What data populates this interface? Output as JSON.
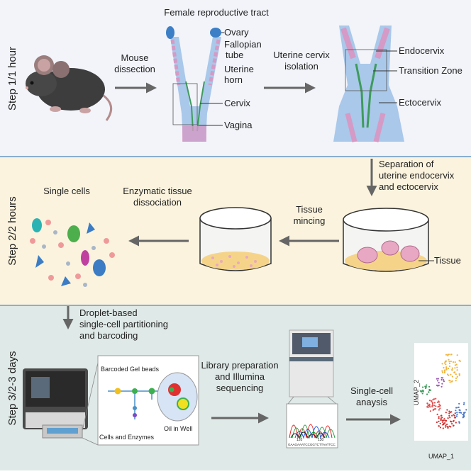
{
  "steps": {
    "step1": "Step 1/1 hour",
    "step2": "Step 2/2 hours",
    "step3": "Step 3/2-3 days"
  },
  "step1": {
    "tract_title": "Female reproductive tract",
    "arrow1": [
      "Mouse",
      "dissection"
    ],
    "arrow2": [
      "Uterine cervix",
      "isolation"
    ],
    "labels": {
      "ovary": "Ovary",
      "fallopian": [
        "Fallopian",
        "tube"
      ],
      "uterine_horn": [
        "Uterine",
        "horn"
      ],
      "cervix": "Cervix",
      "vagina": "Vagina",
      "endocervix": "Endocervix",
      "transition": "Transition Zone",
      "ectocervix": "Ectocervix"
    }
  },
  "step2": {
    "separation": [
      "Separation of",
      "uterine endocervix",
      "and ectocervix"
    ],
    "mincing": [
      "Tissue",
      "mincing"
    ],
    "enzymatic": [
      "Enzymatic tissue",
      "dissociation"
    ],
    "single_cells": "Single cells",
    "tissue": "Tissue"
  },
  "step3": {
    "droplet": [
      "Droplet-based",
      "single-cell partitioning",
      "and barcoding"
    ],
    "gel_beads": "Barcoded Gel beads",
    "oil": "Oil in Well",
    "cells_enzymes": "Cells and Enzymes",
    "library": [
      "Library preparation",
      "and Illumina",
      "sequencing"
    ],
    "analysis": [
      "Single-cell",
      "anaysis"
    ],
    "umap_x": "UMAP_1",
    "umap_y": "UMAP_2",
    "seq_ticks": [
      "120",
      "130"
    ],
    "seq_bases": "GAAGAAATCCGGTCTTAATTCC"
  },
  "colors": {
    "panel1": "#f2f4fa",
    "panel2": "#fbf3de",
    "panel3": "#dfe9e7",
    "tract_blue": "#a9c8ea",
    "pink": "#d59ac5",
    "green": "#3f9b5c",
    "arrow": "#666666"
  }
}
